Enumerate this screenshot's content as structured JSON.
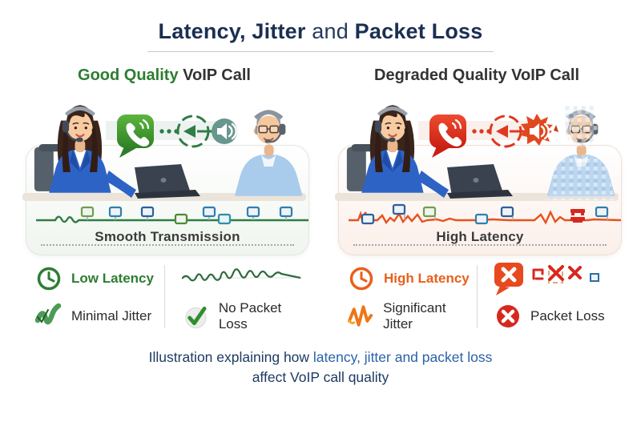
{
  "title": {
    "bold_left": "Latency, Jitter",
    "connector": " and ",
    "bold_right": "Packet Loss"
  },
  "panels": [
    {
      "heading_accent": "Good Quality",
      "heading_rest": " VoIP Call",
      "status_label": "Smooth Transmission",
      "legend": {
        "latency_label": "Low Latency",
        "jitter_label": "Minimal Jitter",
        "packet_label": "No Packet Loss"
      },
      "accent_color": "#2e7d32",
      "wave_color": "#2e7d46"
    },
    {
      "heading_accent": "",
      "heading_rest": "Degraded Quality VoIP Call",
      "status_label": "High Latency",
      "legend": {
        "latency_label": "High Latency",
        "jitter_label": "Significant Jitter",
        "packet_label": "Packet Loss"
      },
      "accent_color": "#e8601c",
      "wave_color": "#e8511c"
    }
  ],
  "caption": {
    "lead": "Illustration explaining how ",
    "highlight": "latency, jitter and packet loss",
    "line2": "affect VoIP call quality"
  },
  "colors": {
    "title_navy": "#1b2f52",
    "good_green": "#2e7d32",
    "bad_orange": "#e8601c",
    "error_red": "#d7281e",
    "caption_blue": "#2b62a8",
    "caption_navy": "#1e3a63",
    "packet_blue": "#2e7fb0"
  }
}
